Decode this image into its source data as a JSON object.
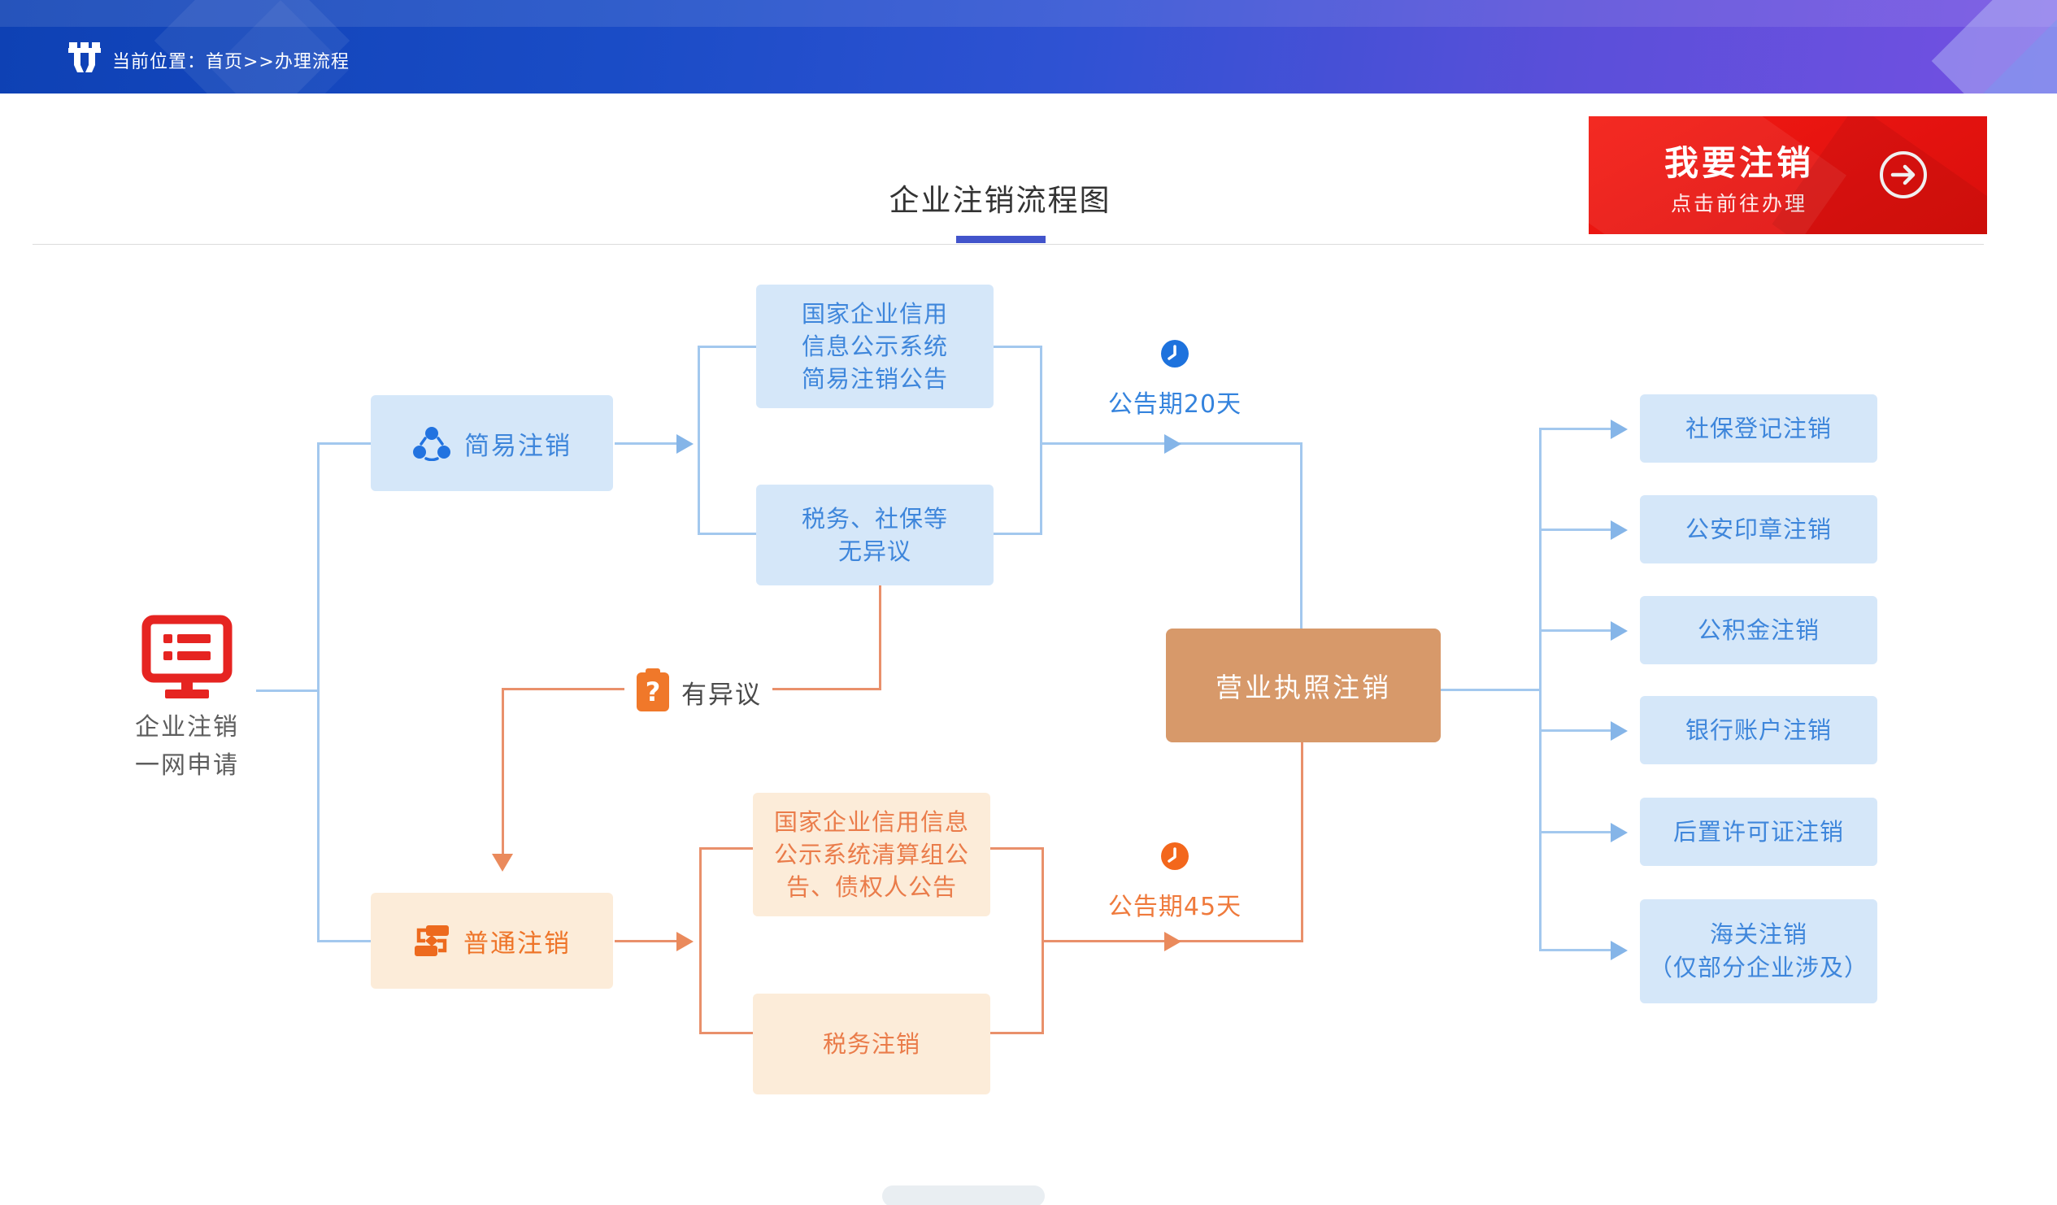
{
  "header": {
    "breadcrumb": "当前位置：首页>>办理流程",
    "logo_icon": "gate-tower-icon"
  },
  "title": {
    "text": "企业注销流程图"
  },
  "cta": {
    "main": "我要注销",
    "sub": "点击前往办理",
    "icon": "arrow-right-circle-icon"
  },
  "flow": {
    "start": {
      "label": "企业注销\n一网申请",
      "icon": "monitor-list-icon"
    },
    "simple": {
      "entry": "简易注销",
      "entry_icon": "share-network-icon",
      "step1": "国家企业信用\n信息公示系统\n简易注销公告",
      "step2": "税务、社保等\n无异议",
      "period": "公告期20天",
      "period_icon": "clock-icon"
    },
    "objection": {
      "label": "有异议",
      "icon": "clipboard-question-icon"
    },
    "normal": {
      "entry": "普通注销",
      "entry_icon": "workflow-icon",
      "step1": "国家企业信用信息\n公示系统清算组公\n告、债权人公告",
      "step2": "税务注销",
      "period": "公告期45天",
      "period_icon": "clock-icon"
    },
    "license": "营业执照注销",
    "post": [
      "社保登记注销",
      "公安印章注销",
      "公积金注销",
      "银行账户注销",
      "后置许可证注销",
      "海关注销\n（仅部分企业涉及）"
    ]
  },
  "colors": {
    "header_blue": "#0e41b4",
    "header_purple": "#7450e2",
    "accent_blue": "#3e86db",
    "accent_orange": "#ea7c4a",
    "line_blue": "#a3c8ee",
    "line_orange": "#e9906b",
    "license_tan": "#d7996a",
    "cta_red": "#e51310",
    "clock_blue": "#1d72dd",
    "clock_orange": "#f3671c",
    "monitor_red": "#e62421"
  }
}
